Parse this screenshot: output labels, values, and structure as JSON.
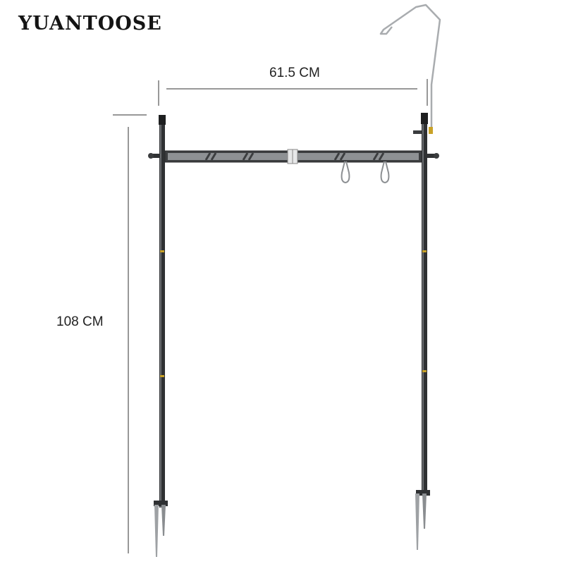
{
  "brand": {
    "name": "YUANTOOSE"
  },
  "dimensions": {
    "width_label": "61.5 CM",
    "height_label": "108 CM"
  },
  "colors": {
    "pole": "#2f3133",
    "pole_highlight": "#6a6d70",
    "metal": "#a9acaf",
    "accent": "#c9a227",
    "dimension_line": "#777777"
  }
}
